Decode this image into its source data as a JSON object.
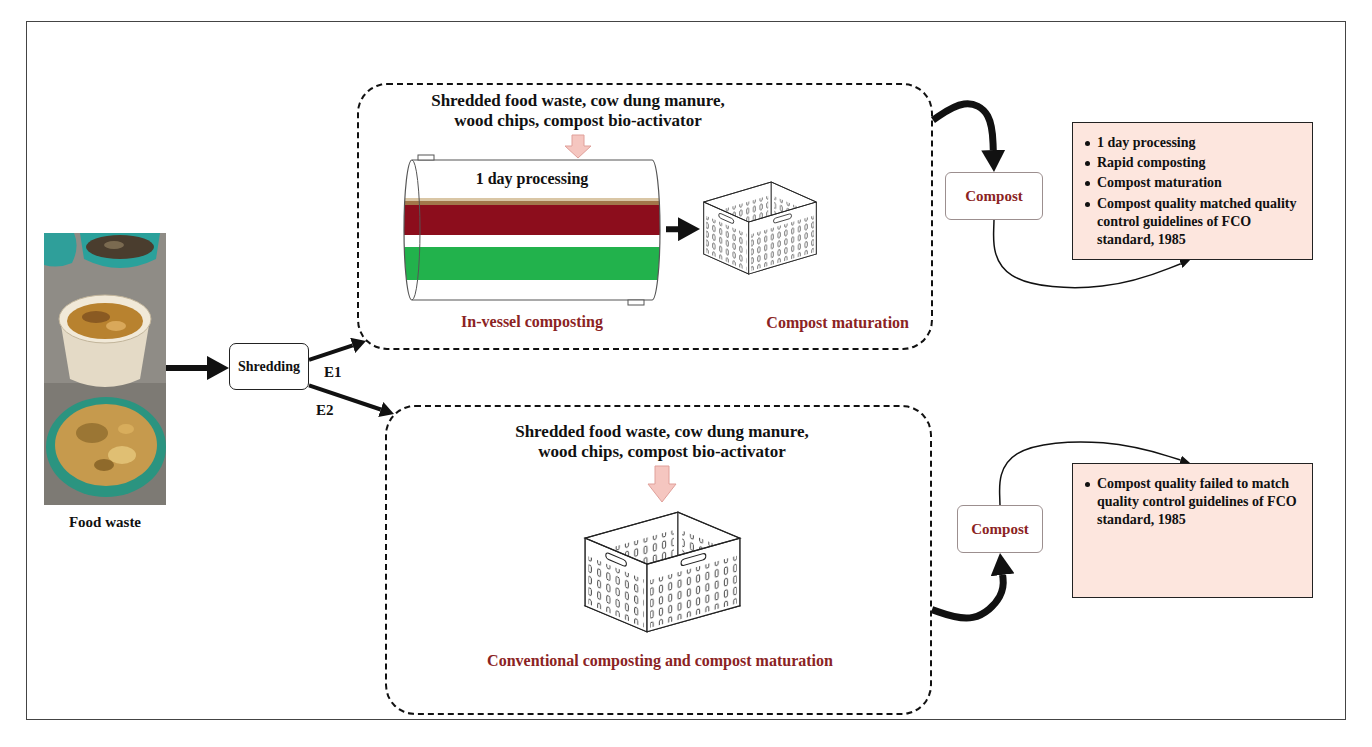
{
  "diagram": {
    "nodes": [
      {
        "text": [
          "Food waste"
        ]
      },
      {
        "text": [
          "Shredding"
        ]
      },
      {
        "text": [
          "Shredded food waste, cow dung manure, wood chips, compost bio-activator"
        ]
      },
      {
        "text": [
          "1 day processing",
          "In-vessel composting"
        ],
        "in": 2
      },
      {
        "text": [
          "Compost maturation"
        ],
        "in": 2
      },
      {
        "text": [
          "Compost"
        ]
      },
      {
        "text": [
          "1 day processing",
          "Rapid composting",
          "Compost maturation",
          "Compost quality matched quality control guidelines of FCO standard, 1985"
        ]
      },
      {
        "text": [
          "Shredded food waste, cow dung manure, wood chips, compost bio-activator"
        ]
      },
      {
        "text": [
          "Conventional composting and compost maturation"
        ],
        "in": 7
      },
      {
        "text": [
          "Compost"
        ]
      },
      {
        "text": [
          "Compost quality failed to match quality control guidelines of FCO standard, 1985"
        ]
      }
    ],
    "edges": [
      {
        "from": 0,
        "to": 1,
        "arrow": "to"
      },
      {
        "from": 1,
        "to": 2,
        "label": "E1",
        "arrow": "to"
      },
      {
        "from": 1,
        "to": 7,
        "label": "E2",
        "arrow": "to"
      },
      {
        "from": 3,
        "to": 4,
        "arrow": "to"
      },
      {
        "from": 2,
        "to": 5,
        "arrow": "to"
      },
      {
        "from": 5,
        "to": 6,
        "arrow": "to"
      },
      {
        "from": 7,
        "to": 9,
        "arrow": "to"
      },
      {
        "from": 9,
        "to": 10,
        "arrow": "to"
      }
    ]
  }
}
